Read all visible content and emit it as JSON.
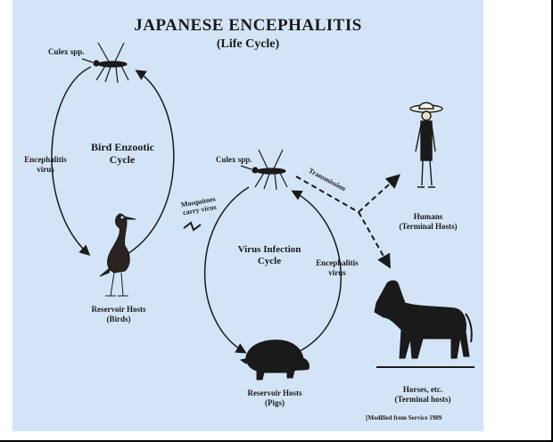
{
  "diagram": {
    "title": "JAPANESE ENCEPHALITIS",
    "subtitle": "(Life Cycle)",
    "bird_cycle": {
      "mosquito_label": "Culex spp.",
      "cycle_label_line1": "Bird Enzootic",
      "cycle_label_line2": "Cycle",
      "virus_label_line1": "Encephalitis",
      "virus_label_line2": "virus",
      "host_label_line1": "Reservoir Hosts",
      "host_label_line2": "(Birds)"
    },
    "bridge": {
      "label_line1": "Mosquitoes",
      "label_line2": "carry virus"
    },
    "virus_cycle": {
      "mosquito_label": "Culex spp.",
      "cycle_label_line1": "Virus Infection",
      "cycle_label_line2": "Cycle",
      "virus_label_line1": "Encephalitis",
      "virus_label_line2": "virus",
      "host_label_line1": "Reservoir Hosts",
      "host_label_line2": "(Pigs)"
    },
    "transmission_label": "Transmission",
    "humans": {
      "label_line1": "Humans",
      "label_line2": "(Terminal Hosts)"
    },
    "horses": {
      "label_line1": "Horses, etc.",
      "label_line2": "(Terminal hosts)"
    },
    "credit": "[Modified from Service 1989"
  },
  "colors": {
    "background": "#d4e4f7",
    "ink": "#1a1a1a"
  }
}
